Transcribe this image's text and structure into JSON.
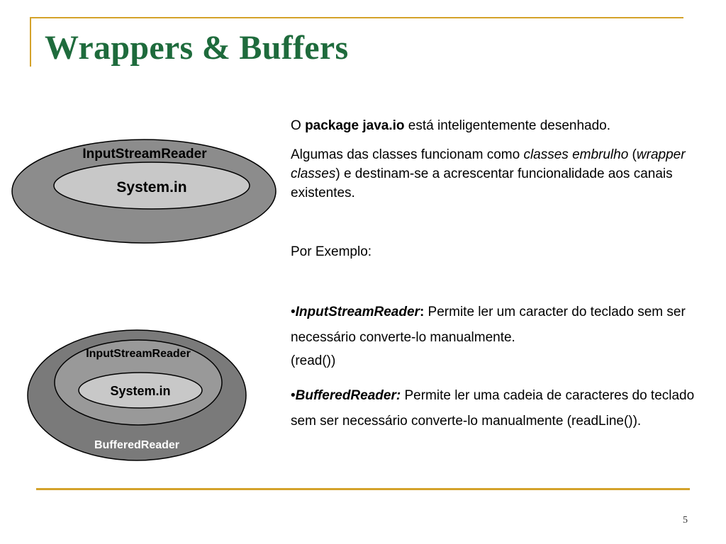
{
  "slide": {
    "title": "Wrappers & Buffers",
    "page_number": "5"
  },
  "diagram_top": {
    "outer_label": "InputStreamReader",
    "inner_label": "System.in"
  },
  "diagram_bottom": {
    "middle_label": "InputStreamReader",
    "inner_label": "System.in",
    "outer_label": "BufferedReader"
  },
  "body": {
    "p1": {
      "pre": "O ",
      "bold": "package java.io",
      "post": " está inteligentemente desenhado."
    },
    "p2": {
      "pre": "Algumas das classes funcionam como ",
      "italic1": "classes embrulho",
      "mid": " (",
      "italic2": "wrapper classes",
      "post": ") e destinam-se a acrescentar funcionalidade aos canais existentes."
    },
    "p3": "Por Exemplo:",
    "bullet1": {
      "bullet": "•",
      "term": "InputStreamReader",
      "colon": ":",
      "desc": " Permite ler um caracter do teclado sem ser necessário converte-lo manualmente."
    },
    "p5": "(read())",
    "bullet2": {
      "bullet": "•",
      "term": "BufferedReader:",
      "desc": " Permite ler uma cadeia de caracteres do teclado sem ser necessário converte-lo manualmente (readLine())."
    }
  },
  "colors": {
    "title": "#1e6b3c",
    "rule": "#d4a22a",
    "outer_ellipse": "#8c8c8c",
    "middle_ellipse": "#999999",
    "inner_ellipse": "#c8c8c8",
    "bottom_outer_ellipse": "#7a7a7a"
  }
}
